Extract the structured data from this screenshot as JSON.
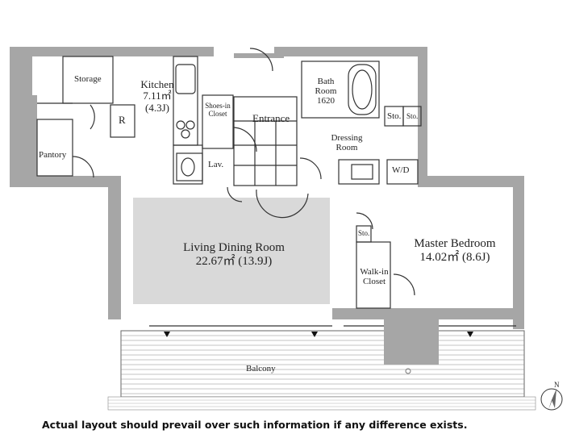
{
  "rooms": {
    "storage": "Storage",
    "kitchen": {
      "name": "Kitchen",
      "area": "7.11㎡",
      "tatami": "(4.3J)"
    },
    "refrigerator": "R",
    "pantory": "Pantory",
    "shoes_closet": [
      "Shoes-in",
      "Closet"
    ],
    "entrance": "Entrance",
    "bath": {
      "name": [
        "Bath",
        "Room"
      ],
      "size": "1620"
    },
    "dressing": [
      "Dressing",
      "Room"
    ],
    "sto1": "Sto.",
    "sto2": "Sto.",
    "wd": "W/D",
    "lav": "Lav.",
    "living": {
      "name": "Living Dining Room",
      "area": "22.67㎡ (13.9J)"
    },
    "bedroom": {
      "name": "Master Bedroom",
      "area": "14.02㎡ (8.6J)"
    },
    "sto3": "Sto.",
    "walkin": [
      "Walk-in",
      "Closet"
    ],
    "balcony": "Balcony"
  },
  "compass": "N",
  "disclaimer": "Actual layout should prevail over such information if any difference exists.",
  "colors": {
    "wall": "#a6a6a6",
    "room_fill": "#d9d9d9",
    "line": "#333333"
  }
}
